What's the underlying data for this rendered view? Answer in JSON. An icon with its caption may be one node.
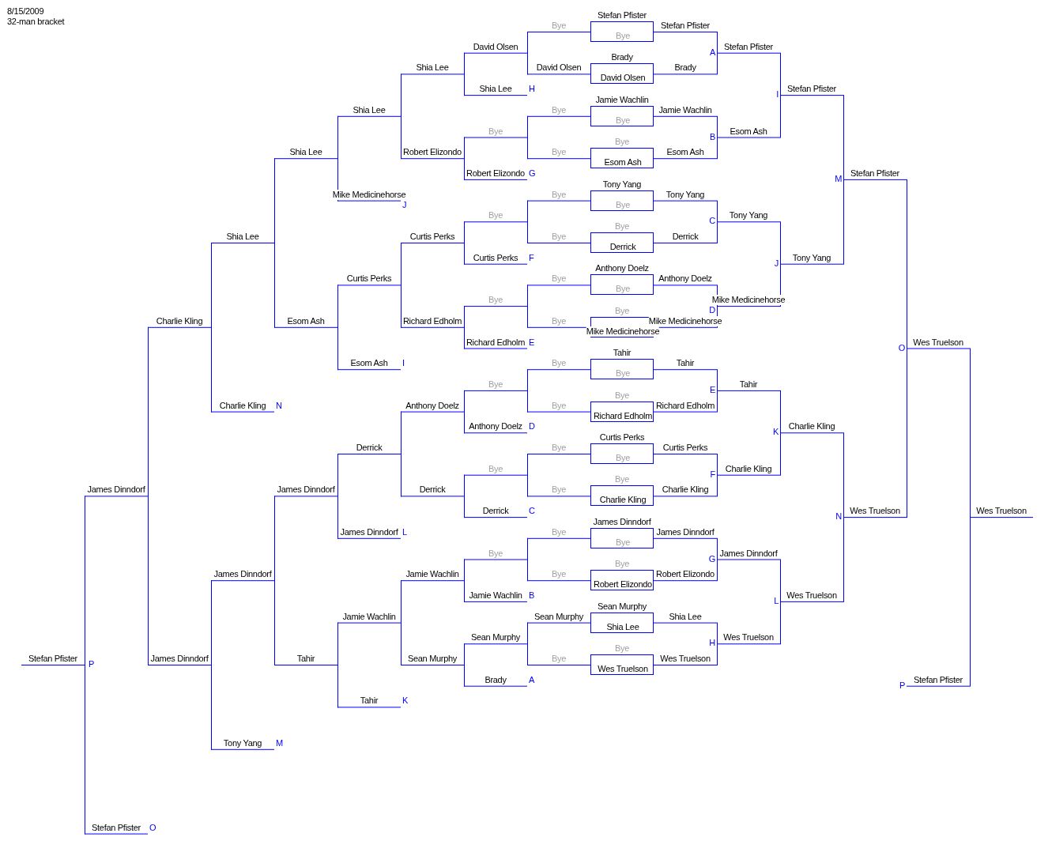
{
  "diagram": {
    "nodes": [
      {
        "text": [
          "Stefan Pfister",
          "Bye"
        ]
      },
      {
        "text": [
          "Brady",
          "David Olsen"
        ]
      },
      {
        "text": [
          "Jamie Wachlin",
          "Bye"
        ]
      },
      {
        "text": [
          "Bye",
          "Esom Ash"
        ]
      },
      {
        "text": [
          "Tony Yang",
          "Bye"
        ]
      },
      {
        "text": [
          "Bye",
          "Derrick"
        ]
      },
      {
        "text": [
          "Anthony Doelz",
          "Bye"
        ]
      },
      {
        "text": [
          "Bye",
          "Mike Medicinehorse"
        ]
      },
      {
        "text": [
          "Tahir",
          "Bye"
        ]
      },
      {
        "text": [
          "Bye",
          "Richard Edholm"
        ]
      },
      {
        "text": [
          "Curtis Perks",
          "Bye"
        ]
      },
      {
        "text": [
          "Bye",
          "Charlie Kling"
        ]
      },
      {
        "text": [
          "James Dinndorf",
          "Bye"
        ]
      },
      {
        "text": [
          "Bye",
          "Robert Elizondo"
        ]
      },
      {
        "text": [
          "Sean Murphy",
          "Shia Lee"
        ]
      },
      {
        "text": [
          "Bye",
          "Wes Truelson"
        ]
      }
    ],
    "labels": [
      "8/15/2009",
      "32-man bracket",
      "Bye",
      "Stefan Pfister",
      "David Olsen",
      "A",
      "Stefan Pfister",
      "Shia Lee",
      "David Olsen",
      "Brady",
      "Shia Lee",
      "H",
      "I",
      "Stefan Pfister",
      "Shia Lee",
      "Bye",
      "Jamie Wachlin",
      "Bye",
      "B",
      "Esom Ash",
      "Shia Lee",
      "Robert Elizondo",
      "Bye",
      "Esom Ash",
      "Robert Elizondo",
      "G",
      "M",
      "Stefan Pfister",
      "Mike Medicinehorse",
      "J",
      "Bye",
      "Tony Yang",
      "Bye",
      "C",
      "Tony Yang",
      "Shia Lee",
      "Curtis Perks",
      "Bye",
      "Derrick",
      "Curtis Perks",
      "F",
      "J",
      "Tony Yang",
      "Curtis Perks",
      "Bye",
      "Anthony Doelz",
      "Bye",
      "D",
      "Mike Medicinehorse",
      "Charlie Kling",
      "Esom Ash",
      "Richard Edholm",
      "Bye",
      "Mike Medicinehorse",
      "Richard Edholm",
      "E",
      "O",
      "Wes Truelson",
      "Esom Ash",
      "I",
      "Bye",
      "Tahir",
      "Bye",
      "E",
      "Tahir",
      "Charlie Kling",
      "N",
      "Anthony Doelz",
      "Bye",
      "Richard Edholm",
      "Anthony Doelz",
      "D",
      "K",
      "Charlie Kling",
      "Derrick",
      "Bye",
      "Curtis Perks",
      "Bye",
      "F",
      "Charlie Kling",
      "James Dinndorf",
      "James Dinndorf",
      "Derrick",
      "Bye",
      "Charlie Kling",
      "Derrick",
      "C",
      "N",
      "Wes Truelson",
      "Wes Truelson",
      "James Dinndorf",
      "L",
      "Bye",
      "James Dinndorf",
      "Bye",
      "G",
      "James Dinndorf",
      "James Dinndorf",
      "Jamie Wachlin",
      "Bye",
      "Robert Elizondo",
      "Jamie Wachlin",
      "B",
      "L",
      "Wes Truelson",
      "Jamie Wachlin",
      "Sean Murphy",
      "Shia Lee",
      "Sean Murphy",
      "H",
      "Wes Truelson",
      "Stefan Pfister",
      "P",
      "James Dinndorf",
      "Tahir",
      "Sean Murphy",
      "Bye",
      "Wes Truelson",
      "Brady",
      "A",
      "P",
      "Stefan Pfister",
      "Tahir",
      "K",
      "Tony Yang",
      "M",
      "Stefan Pfister",
      "O"
    ]
  }
}
